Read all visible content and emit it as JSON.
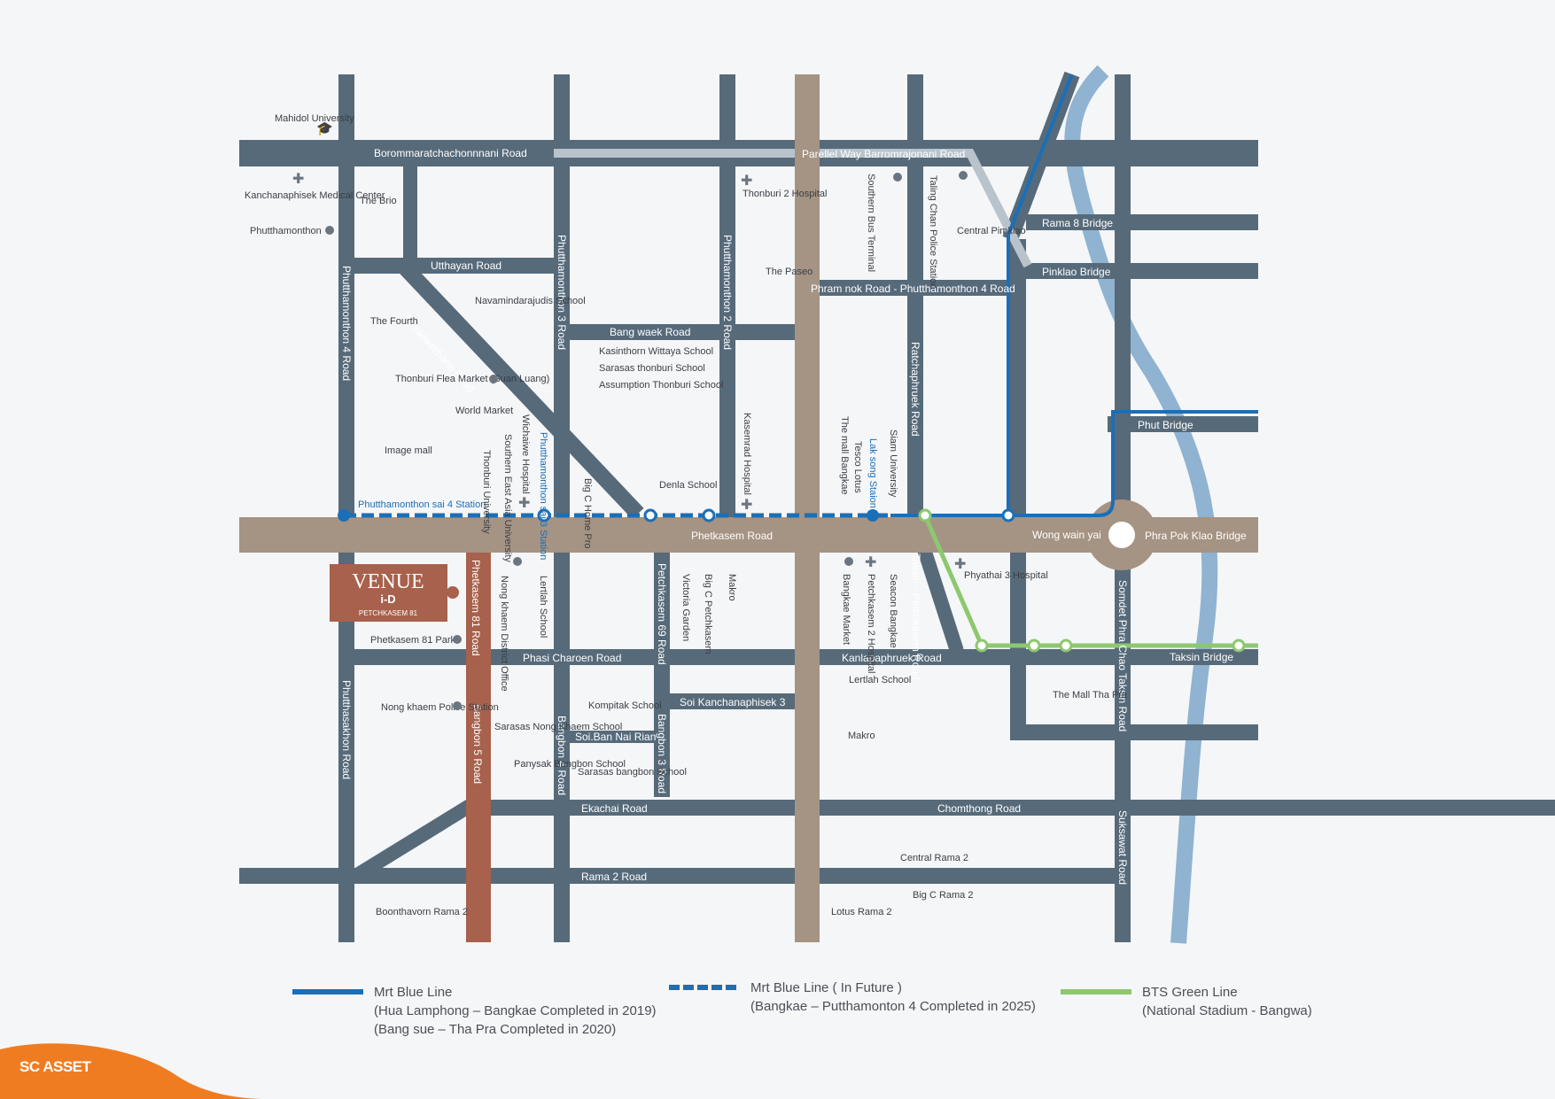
{
  "roads": {
    "borommaratchachonnani": "Borommaratchachonnnani  Road",
    "parallel": "Parellel Way Barromrajonani Road",
    "utthayan": "Utthayan Road",
    "bang_waek": "Bang waek Road",
    "phram_nok": "Phram nok Road - Phutthamonthon 4 Road",
    "thawiwatthana": "Thawiwatthana Road",
    "phetkasem": "Phetkasem Road",
    "phasi_charoen": "Phasi Charoen Road",
    "soi_kanchanaphisek": "Soi Kanchanaphisek 3",
    "soi_ban_nai_rian": "Soi.Ban Nai Rian",
    "kanlapaphruek": "Kanlapaphruek Road",
    "ekachai": "Ekachai Road",
    "chomthong": "Chomthong Road",
    "rama2": "Rama 2 Road",
    "phutthamonthon4": "Phutthamonthon 4 Road",
    "phutthamonthon3": "Phutthamonthon 3 Road",
    "phutthamonthon2": "Phutthamonthon 2 Road",
    "ratchaphruek": "Ratchaphruek Road",
    "petchkasem81": "Phetkasem 81 Road",
    "bangbon5": "Bangbon 5 Road",
    "bangbon4": "Bangbon 4 Road",
    "bangbon3": "Bangbon 3 Road",
    "petchkasem69": "Petchkasem 69 Road",
    "phutthasakhon": "Phutthasakhon Road",
    "taksin_petchkasem": "Taksin - Petchkasem Road",
    "somdet": "Somdet Phra Chao Taksin Road",
    "suksawat": "Suksawat Road",
    "rama8_bridge": "Rama 8 Bridge",
    "pinklao_bridge": "Pinklao Bridge",
    "phut_bridge": "Phut Bridge",
    "phra_pok_klao_bridge": "Phra Pok Klao Bridge",
    "wong_wain_yai": "Wong wain yai",
    "taksin_bridge": "Taksin Bridge"
  },
  "stations": {
    "sai4": "Phutthamonthon sai 4 Station",
    "sai3": "Phutthamonthon sai 3 Station",
    "lak_song": "Lak song Staion"
  },
  "places": {
    "mahidol": "Mahidol University",
    "kanchanaphisek_med": "Kanchanaphisek Medical Center",
    "phutthamonthon": "Phutthamonthon",
    "the_brio": "The Brio",
    "the_fourth": "The Fourth",
    "navamindarajudis": "Navamindarajudis School",
    "thonburi_flea": "Thonburi Flea Market (Suan Luang)",
    "world_market": "World Market",
    "image_mall": "Image mall",
    "thonburi_univ": "Thonburi University",
    "southeast_asia_univ": "Southern East Asia University",
    "wichaiwe": "Wichaiwe Hospital",
    "big_c_homepro": "Big C Home Pro",
    "denla": "Denla School",
    "kasinthorn": "Kasinthorn Wittaya School",
    "sarasas_thonburi": "Sarasas thonburi School",
    "assumption": "Assumption Thonburi School",
    "thonburi2": "Thonburi 2 Hospital",
    "the_paseo": "The Paseo",
    "kasemrad": "Kasemrad Hospital",
    "mall_bangkae": "The mall Bangkae",
    "tesco": "Tesco Lotus",
    "siam_univ": "Siam University",
    "southern_bus": "Southern Bus Terminal",
    "taling_chan": "Taling Chan Police Station",
    "central_pinklao": "Central Pimklao",
    "nong_khaem_office": "Nong khaem District Office",
    "lertlah1": "Lertlah School",
    "phetkasem81_park": "Phetkasem 81 Park",
    "nong_khaem_police": "Nong khaem Police Station",
    "sarasas_nongkhaem": "Sarasas Nong Khaem School",
    "panyasak": "Panysak Bangbon School",
    "kompitak": "Kompitak School",
    "sarasas_bangbon": "Sarasas bangbon School",
    "victoria": "Victoria Garden",
    "big_c_petch": "Big C Petchkasem",
    "makro1": "Makro",
    "bangkae_market": "Bangkae Market",
    "petch2_hosp": "Petchkasem 2 Hospital",
    "seacon": "Seacon Bangkae",
    "phyathai3": "Phyathai 3 Hospital",
    "lertlah2": "Lertlah School",
    "makro2": "Makro",
    "mall_thapra": "The Mall Tha Pra",
    "central_rama2": "Central Rama 2",
    "big_c_rama2": "Big C Rama 2",
    "lotus_rama2": "Lotus Rama 2",
    "boonthavorn": "Boonthavorn Rama 2"
  },
  "venue": {
    "name": "VENUE",
    "sub": "i-D",
    "location": "PETCHKASEM 81"
  },
  "legend": {
    "mrt_blue": {
      "title": "Mrt Blue Line",
      "line1": "(Hua Lamphong – Bangkae Completed in 2019)",
      "line2": "(Bang sue – Tha Pra Completed in 2020)",
      "color": "#1a6fb8"
    },
    "mrt_future": {
      "title": "Mrt Blue Line ( In Future )",
      "line1": "(Bangkae – Putthamonton 4 Completed in 2025)",
      "color": "#1a6fb8"
    },
    "bts_green": {
      "title": "BTS Green Line",
      "line1": "(National Stadium - Bangwa)",
      "color": "#8dc86f"
    }
  },
  "brand": {
    "name": "SC ASSET",
    "color": "#f07c22"
  },
  "colors": {
    "road": "#566a7a",
    "main_road": "#a59383",
    "venue": "#a7614c",
    "river": "#8fb3d1",
    "parallel": "#b9c3cc"
  }
}
